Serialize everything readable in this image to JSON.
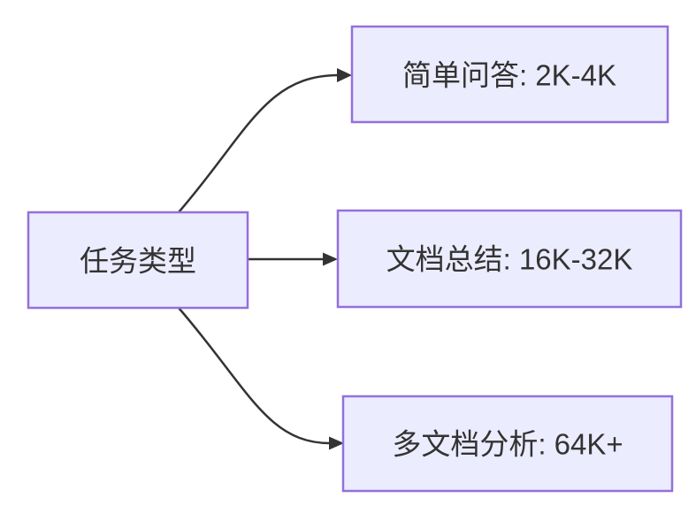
{
  "diagram": {
    "type": "flowchart",
    "direction": "LR",
    "background_color": "#ffffff",
    "node_fill_color": "#ececff",
    "node_border_color": "#9370db",
    "text_color": "#333333",
    "arrow_color": "#333333",
    "root_node": {
      "label": "任务类型"
    },
    "branch_nodes": [
      {
        "label": "简单问答: 2K-4K"
      },
      {
        "label": "文档总结: 16K-32K"
      },
      {
        "label": "多文档分析: 64K+"
      }
    ]
  }
}
